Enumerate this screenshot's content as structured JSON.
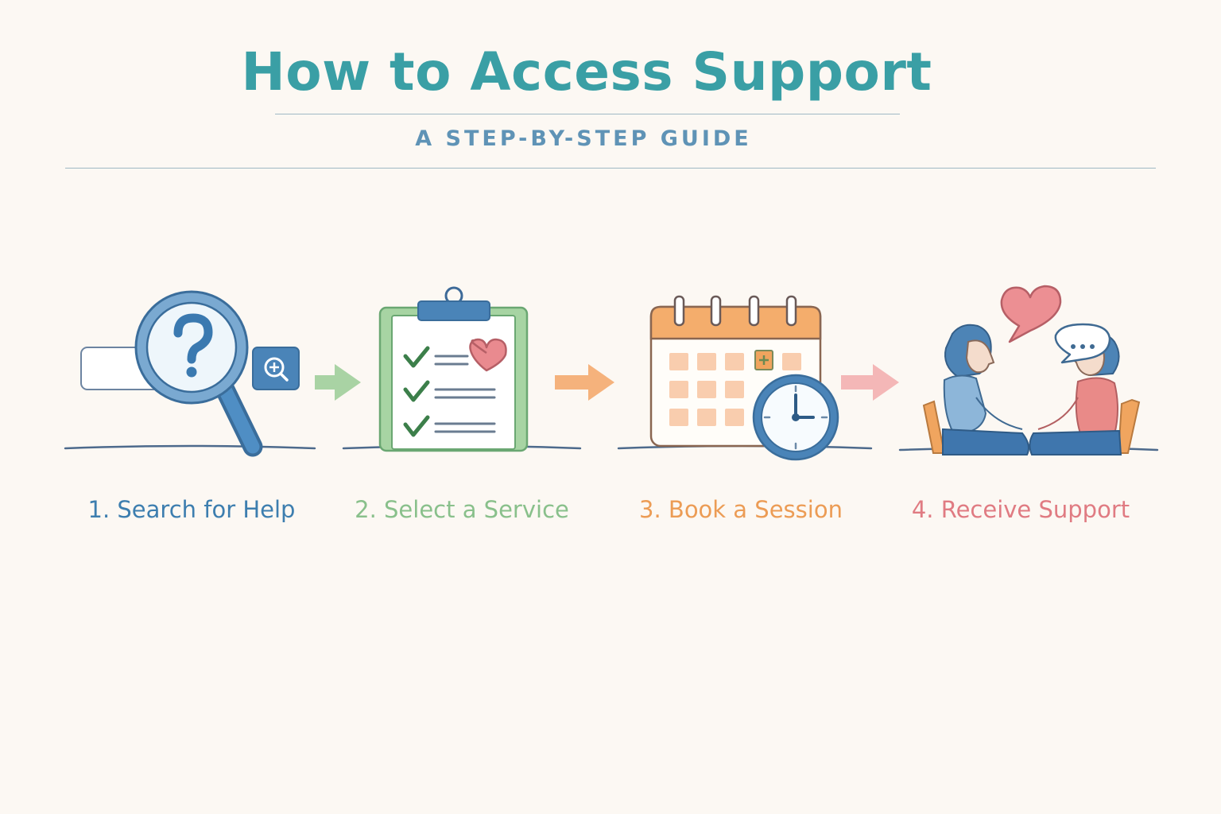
{
  "header": {
    "title": "How to Access Support",
    "subtitle": "A STEP-BY-STEP GUIDE"
  },
  "steps": [
    {
      "label": "1. Search for Help",
      "icon": "magnifier-search-icon",
      "color": "#3d7eaf"
    },
    {
      "label": "2. Select a Service",
      "icon": "clipboard-checklist-icon",
      "color": "#89c08b"
    },
    {
      "label": "3. Book a Session",
      "icon": "calendar-clock-icon",
      "color": "#ec9c55"
    },
    {
      "label": "4. Receive Support",
      "icon": "two-people-talking-icon",
      "color": "#e07b82"
    }
  ],
  "colors": {
    "background": "#fcf8f3",
    "title": "#3a9fa5",
    "subtitle": "#5f93b6",
    "outline": "#5a6e8a"
  }
}
